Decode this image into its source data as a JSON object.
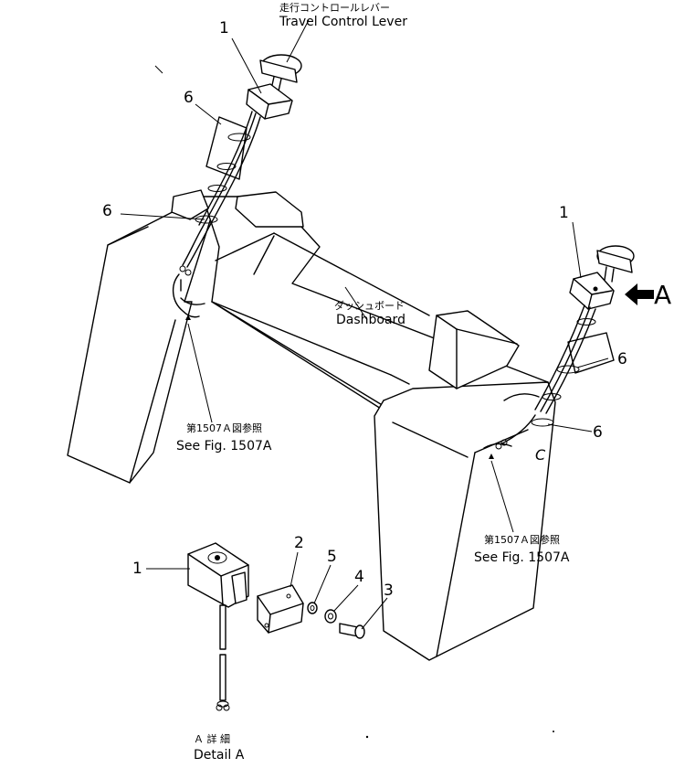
{
  "labels": {
    "lever_jp": "走行コントロールレバー",
    "lever_en": "Travel Control Lever",
    "dashboard_jp": "ダッシュボード",
    "dashboard_en": "Dashboard",
    "see_fig_left_jp": "第1507Ａ図参照",
    "see_fig_left_en": "See Fig. 1507A",
    "see_fig_right_jp": "第1507Ａ図参照",
    "see_fig_right_en": "See Fig. 1507A",
    "detail_jp": "Ａ 詳 細",
    "detail_en": "Detail A",
    "view_arrow": "A",
    "corner_mark": "C"
  },
  "callouts": {
    "lever_left": "1",
    "lever_right": "1",
    "lever_detail": "1",
    "plate": "2",
    "bolt": "3",
    "washer": "4",
    "lockwasher": "5",
    "clamp_upper_left": "6",
    "clamp_lower_left": "6",
    "clamp_upper_right": "6",
    "clamp_lower_right": "6"
  }
}
